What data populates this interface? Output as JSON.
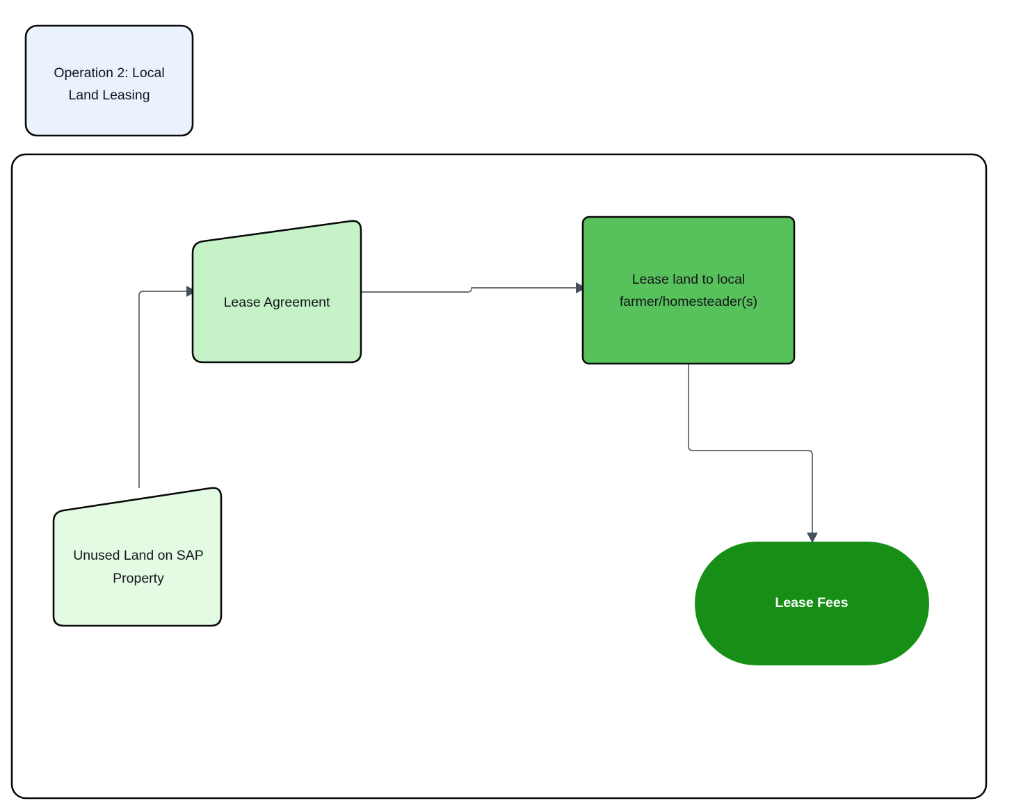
{
  "diagram": {
    "title_box": {
      "label": "Operation 2: Local Land Leasing",
      "line1": "Operation 2: Local",
      "line2": "Land Leasing",
      "fill": "#eaf2fe",
      "stroke": "#0a0a0a"
    },
    "container": {
      "name": "operation-boundary",
      "fill": "#ffffff",
      "stroke": "#0a0a0a"
    },
    "nodes": [
      {
        "id": "lease-agreement",
        "label": "Lease Agreement",
        "line1": "Lease Agreement",
        "line2": "",
        "shape": "skewed-document",
        "fill": "#c5f2c7",
        "stroke": "#0a0a0a",
        "text_color": "#15151a",
        "bold": false
      },
      {
        "id": "lease-land-to-local-farmer",
        "label": "Lease land to local farmer/homesteader(s)",
        "line1": "Lease land to local",
        "line2": "farmer/homesteader(s)",
        "shape": "rounded-rect",
        "fill": "#57c15b",
        "stroke": "#0a0a0a",
        "text_color": "#15151a",
        "bold": false
      },
      {
        "id": "unused-land-on-sap-property",
        "label": "Unused Land on SAP Property",
        "line1": "Unused Land on SAP",
        "line2": "Property",
        "shape": "skewed-document",
        "fill": "#e3fae3",
        "stroke": "#0a0a0a",
        "text_color": "#15151a",
        "bold": false
      },
      {
        "id": "lease-fees",
        "label": "Lease Fees",
        "line1": "Lease Fees",
        "line2": "",
        "shape": "stadium",
        "fill": "#178f16",
        "stroke": "#178f16",
        "text_color": "#ffffff",
        "bold": true
      }
    ],
    "edges": [
      {
        "id": "edge-unused-land-to-lease-agreement",
        "from": "unused-land-on-sap-property",
        "to": "lease-agreement",
        "label": "",
        "arrow": "end",
        "color": "#6a6f78"
      },
      {
        "id": "edge-lease-agreement-to-lease-land",
        "from": "lease-agreement",
        "to": "lease-land-to-local-farmer",
        "label": "",
        "arrow": "end",
        "color": "#6a6f78"
      },
      {
        "id": "edge-lease-land-to-lease-fees",
        "from": "lease-land-to-local-farmer",
        "to": "lease-fees",
        "label": "",
        "arrow": "end",
        "color": "#6a6f78"
      }
    ]
  }
}
